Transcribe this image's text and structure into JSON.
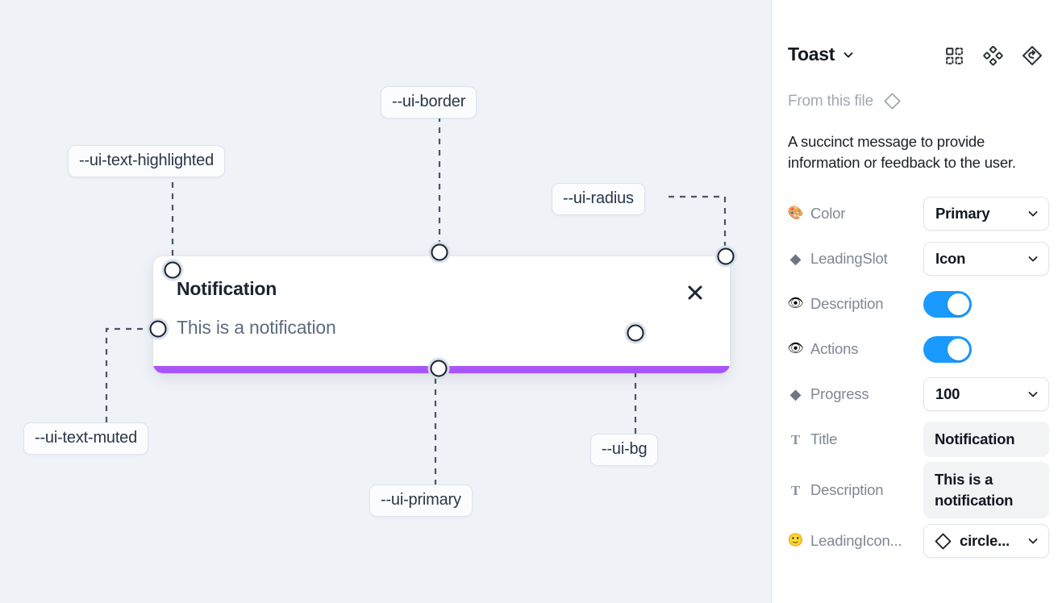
{
  "canvas": {
    "background_color": "#eff2f7",
    "toast": {
      "title": "Notification",
      "description": "This is a notification",
      "close_icon": "close-x-icon",
      "progress_color": "#a855f7",
      "background_color": "#ffffff"
    },
    "annotations": [
      {
        "id": "ui-text-highlighted",
        "label": "--ui-text-highlighted"
      },
      {
        "id": "ui-border",
        "label": "--ui-border"
      },
      {
        "id": "ui-radius",
        "label": "--ui-radius"
      },
      {
        "id": "ui-text-muted",
        "label": "--ui-text-muted"
      },
      {
        "id": "ui-primary",
        "label": "--ui-primary"
      },
      {
        "id": "ui-bg",
        "label": "--ui-bg"
      }
    ]
  },
  "panel": {
    "title": "Toast",
    "title_chevron": "chevron-down-icon",
    "header_icons": [
      {
        "name": "component-grid-icon"
      },
      {
        "name": "variants-cluster-icon"
      },
      {
        "name": "reset-diamond-icon"
      }
    ],
    "from_this_file": {
      "label": "From this file",
      "icon": "diamond-outline-icon"
    },
    "description": "A succinct message to provide information or feedback to the user.",
    "properties": [
      {
        "icon": "palette-emoji",
        "glyph": "🎨",
        "label": "Color",
        "control": "select",
        "value": "Primary"
      },
      {
        "icon": "diamond-filled-icon",
        "glyph": "◆",
        "label": "LeadingSlot",
        "control": "select",
        "value": "Icon"
      },
      {
        "icon": "eye-emoji",
        "glyph": "👁",
        "label": "Description",
        "control": "toggle",
        "value": "on"
      },
      {
        "icon": "eye-emoji",
        "glyph": "👁",
        "label": "Actions",
        "control": "toggle",
        "value": "on"
      },
      {
        "icon": "diamond-filled-icon",
        "glyph": "◆",
        "label": "Progress",
        "control": "select",
        "value": "100"
      },
      {
        "icon": "text-t-icon",
        "glyph": "T",
        "label": "Title",
        "control": "textbox",
        "value": "Notification"
      },
      {
        "icon": "text-t-icon",
        "glyph": "T",
        "label": "Description",
        "control": "textbox",
        "value": "This is a notification"
      },
      {
        "icon": "smiley-emoji",
        "glyph": "🙂",
        "label": "LeadingIcon...",
        "control": "select-icon",
        "value": "circle..."
      }
    ],
    "toggle_color": "#1a9afe"
  }
}
